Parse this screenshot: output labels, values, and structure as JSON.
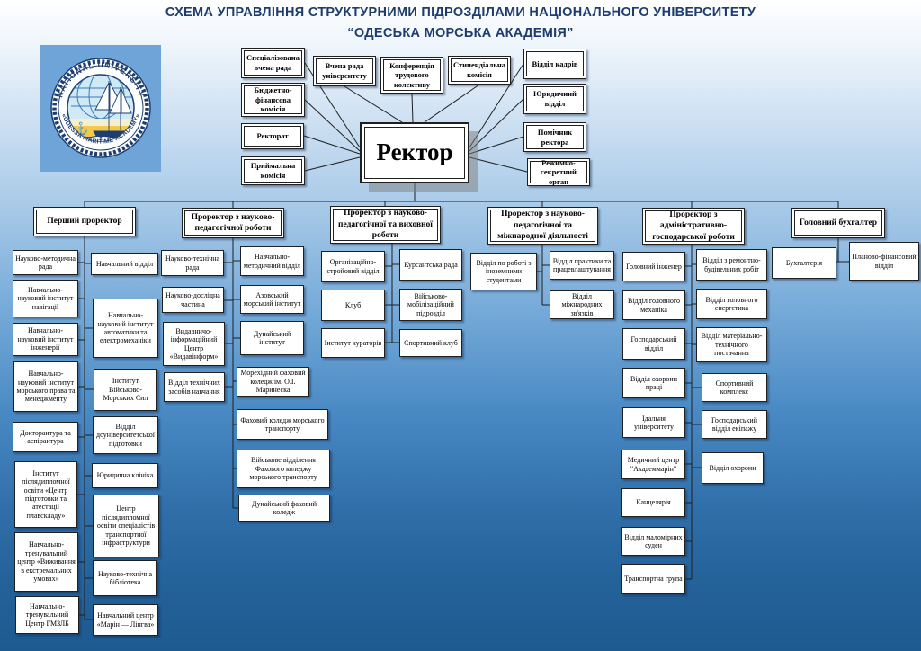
{
  "title": {
    "line1": "СХЕМА УПРАВЛІННЯ СТРУКТУРНИМИ ПІДРОЗДІЛАМИ НАЦІОНАЛЬНОГО УНІВЕРСИТЕТУ",
    "line2": "“ОДЕСЬКА МОРСЬКА АКАДЕМІЯ”"
  },
  "logo": {
    "top_text": "NATIONAL UNIVERSITY",
    "bottom_text": "«ODESSA MARITIME ACADEMY»"
  },
  "rector": {
    "label": "Ректор"
  },
  "rector_left": [
    "Спеціалізована вчена рада",
    "Бюджетно-фінансова комісія",
    "Ректорат",
    "Приймальна комісія"
  ],
  "rector_top": [
    "Вчена рада університету",
    "Конференція трудового колективу",
    "Стипендіальна комісія"
  ],
  "rector_right": [
    "Відділ кадрів",
    "Юридичний відділ",
    "Помічник ректора",
    "Режимно-секретний орган"
  ],
  "branches": [
    {
      "label": "Перший проректор",
      "left": [
        "Науково-методична рада",
        "Навчально-науковий інститут навігації",
        "Навчально-науковий інститут інженерії",
        "Навчально-науковий інститут морського права та менеджменту",
        "Докторантура та аспірантура",
        "Інститут післядипломної освіти «Центр підготовки та атестації плавскладу»",
        "Навчально-тренувальний центр «Виживання в екстремальних умовах»",
        "Навчально-тренувальний Центр ГМЗЛБ"
      ],
      "right": [
        "Навчальний відділ",
        "Навчально-науковий інститут автоматики та електромеханіки",
        "Інститут Військово-Морських Сил",
        "Відділ доуніверситетської підготовки",
        "Юридична клініка",
        "Центр післядипломної освіти спеціалістів транспортної інфраструктури",
        "Науково-технічна бібліотека",
        "Навчальний центр «Марін — Лінгва»"
      ]
    },
    {
      "label": "Проректор з науково-педагогічної роботи",
      "left": [
        "Науково-технічна рада",
        "Науково-дослідна частина",
        "Видавничо-інформаційний Центр «Видавінформ»",
        "Відділ технічних засобів навчання"
      ],
      "right": [
        "Навчально-методичний відділ",
        "Азовський морський інститут",
        "Дунайський інститут",
        "Морехідний фаховий коледж ім. О.І. Маринеска",
        "Фаховий коледж морського транспорту",
        "Військове відділення Фахового коледжу морського транспорту",
        "Дунайський фаховий коледж"
      ]
    },
    {
      "label": "Проректор з науково-педагогічної та виховної роботи",
      "left": [
        "Організаційно-стройовий відділ",
        "Клуб",
        "Інститут кураторів"
      ],
      "right": [
        "Курсантська рада",
        "Військово-мобілізаційний підрозділ",
        "Спортивний клуб"
      ]
    },
    {
      "label": "Проректор з науково-педагогічної та міжнародної діяльності",
      "left": [
        "Відділ по роботі з іноземними студентами"
      ],
      "right": [
        "Відділ практики та працевлаштування",
        "Відділ міжнародних зв'язків"
      ]
    },
    {
      "label": "Проректор з адміністративно-господарської роботи",
      "left": [
        "Головний інженер",
        "Відділ головного механіка",
        "Господарський відділ",
        "Відділ охорони праці",
        "Їдальня університету",
        "Медичний центр \"Академмарін\"",
        "Канцелярія",
        "Відділ маломірних суден",
        "Транспортна група"
      ],
      "right": [
        "Відділ з ремонтно-будівельних робіт",
        "Відділ головного енергетика",
        "Відділ матеріально-технічного постачання",
        "Спортивний комплекс",
        "Господарський відділ екіпажу",
        "Відділ охорони"
      ]
    },
    {
      "label": "Головний бухгалтер",
      "left": [
        "Бухгалтерія"
      ],
      "right": [
        "Планово-фінансовий відділ"
      ]
    }
  ],
  "colors": {
    "background_top": "#ffffff",
    "background_bottom": "#1c5a8f",
    "title_text": "#1e3c6e",
    "box_fill": "#ffffff",
    "box_border": "#1f1f1f",
    "connector": "#1f1f1f",
    "logo_background": "#6fa4d8",
    "logo_navy": "#1c3e70",
    "logo_yellow": "#f2c94c",
    "logo_light_blue": "#cfe9f5"
  }
}
